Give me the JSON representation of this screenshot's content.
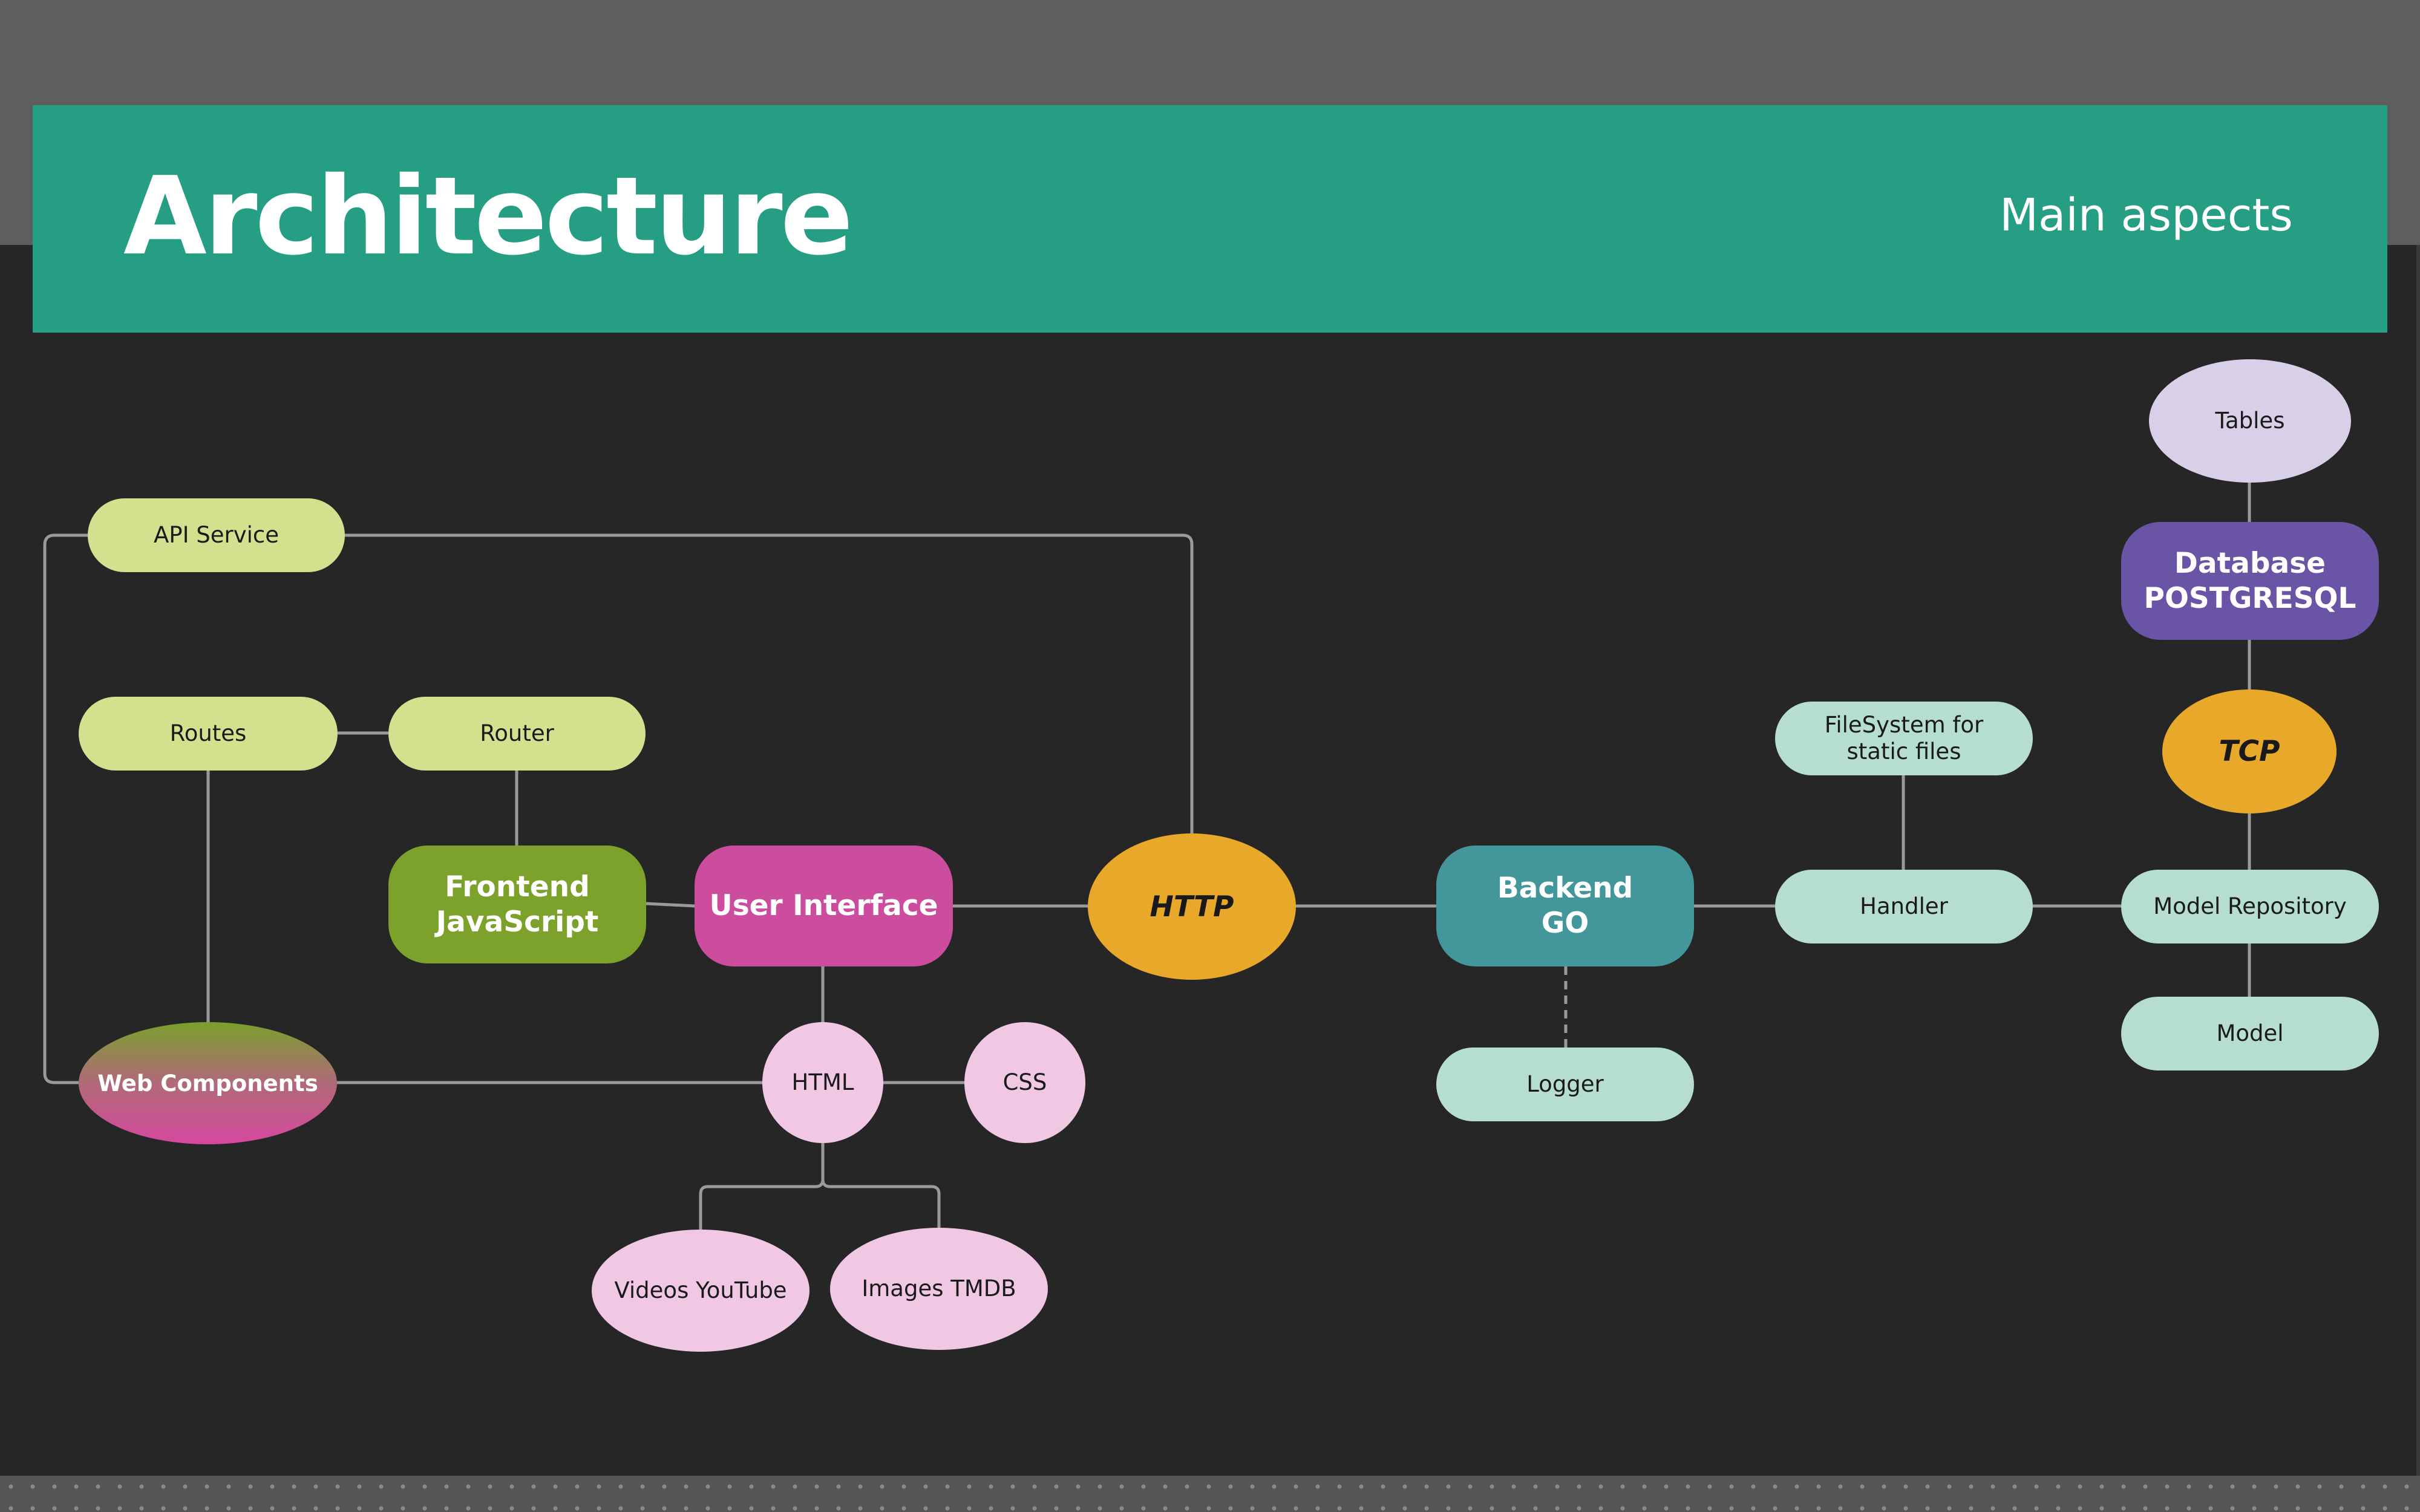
{
  "header": {
    "title": "Architecture",
    "subtitle": "Main aspects"
  },
  "nodes": {
    "api_service": "API Service",
    "routes": "Routes",
    "router": "Router",
    "frontend": "Frontend\nJavaScript",
    "user_interface": "User Interface",
    "web_components": "Web Components",
    "html": "HTML",
    "css": "CSS",
    "videos_youtube": "Videos YouTube",
    "images_tmdb": "Images TMDB",
    "http": "HTTP",
    "backend": "Backend\nGO",
    "logger": "Logger",
    "filesystem": "FileSystem for\nstatic files",
    "handler": "Handler",
    "tables": "Tables",
    "database": "Database\nPOSTGRESQL",
    "tcp": "TCP",
    "model_repository": "Model Repository",
    "model": "Model"
  },
  "colors": {
    "header": "#259e84",
    "background": "#262626",
    "frontend_light": "#d3e18f",
    "frontend_green": "#7ca22c",
    "user_interface": "#cc4d9d",
    "web_pink": "#f1c8e3",
    "http_tcp": "#e8a92b",
    "backend": "#43979a",
    "backend_light": "#b5ddd2",
    "database": "#6954a5",
    "tables": "#d8cfe8",
    "connector": "#9a9a9a"
  }
}
